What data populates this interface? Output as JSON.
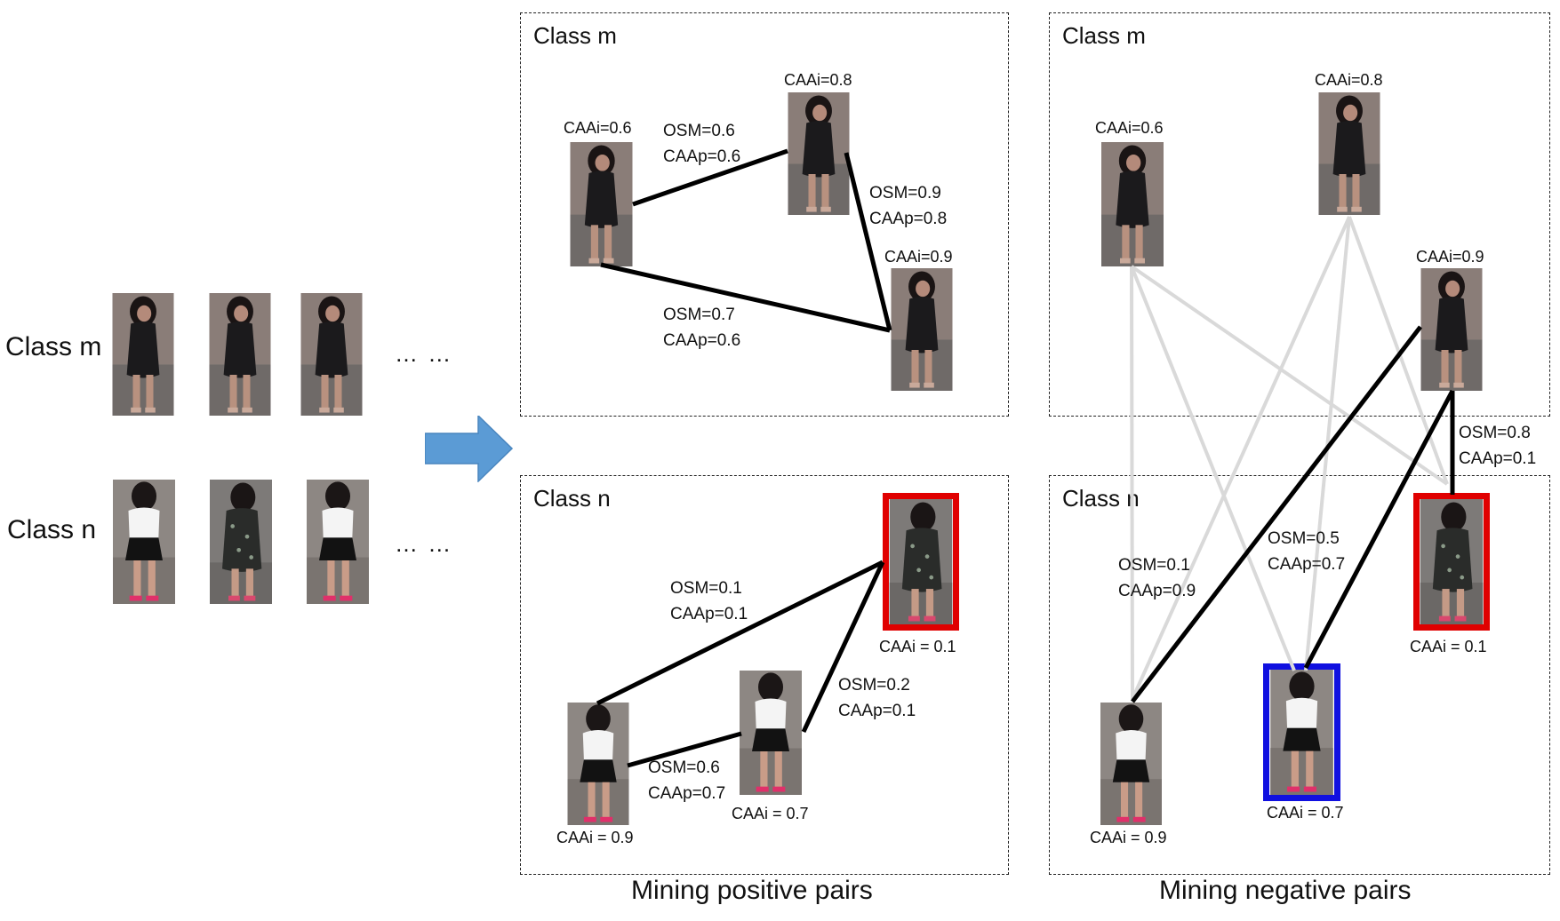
{
  "colors": {
    "arrow": "#5b9bd5",
    "highlight_red": "#e00000",
    "highlight_blue": "#1010e0",
    "edge_black": "#000000",
    "edge_gray": "#d9d9d9"
  },
  "left": {
    "class_m_label": "Class m",
    "class_n_label": "Class n",
    "ellipsis": "… …"
  },
  "positive": {
    "caption": "Mining positive pairs",
    "m": {
      "title": "Class m",
      "img_a": "CAAi=0.6",
      "img_b": "CAAi=0.8",
      "img_c": "CAAi=0.9",
      "edge_ab": [
        "OSM=0.6",
        "CAAp=0.6"
      ],
      "edge_bc": [
        "OSM=0.9",
        "CAAp=0.8"
      ],
      "edge_ac": [
        "OSM=0.7",
        "CAAp=0.6"
      ]
    },
    "n": {
      "title": "Class n",
      "img_red": "CAAi = 0.1",
      "img_b": "CAAi = 0.7",
      "img_a": "CAAi = 0.9",
      "edge_a_red": [
        "OSM=0.1",
        "CAAp=0.1"
      ],
      "edge_b_red": [
        "OSM=0.2",
        "CAAp=0.1"
      ],
      "edge_a_b": [
        "OSM=0.6",
        "CAAp=0.7"
      ]
    }
  },
  "negative": {
    "caption": "Mining negative pairs",
    "m": {
      "title": "Class m",
      "img_a": "CAAi=0.6",
      "img_b": "CAAi=0.8",
      "img_c": "CAAi=0.9"
    },
    "n": {
      "title": "Class n",
      "img_red": "CAAi = 0.1",
      "img_blue": "CAAi = 0.7",
      "img_a": "CAAi = 0.9",
      "edge_c_red": [
        "OSM=0.8",
        "CAAp=0.1"
      ],
      "edge_c_a": [
        "OSM=0.1",
        "CAAp=0.9"
      ],
      "edge_c_blue": [
        "OSM=0.5",
        "CAAp=0.7"
      ]
    }
  }
}
